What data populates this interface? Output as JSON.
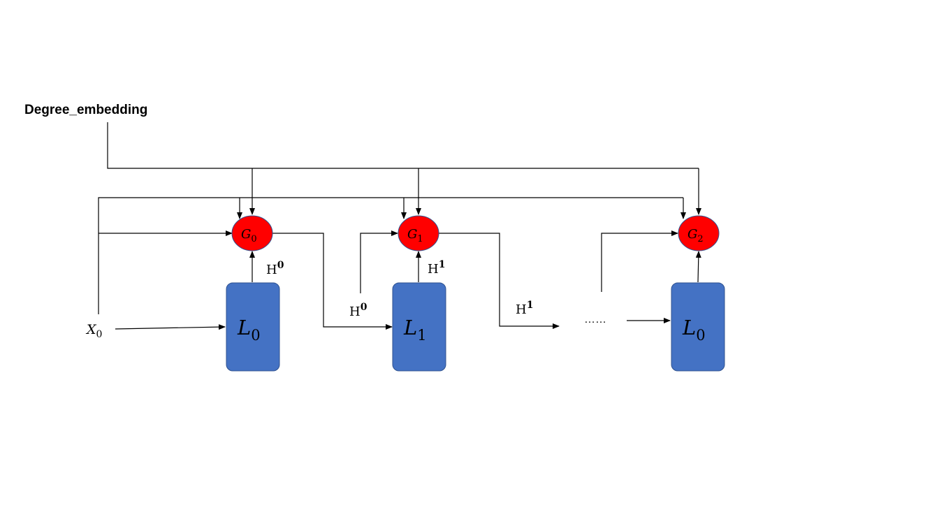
{
  "diagram": {
    "title": "Degree_embedding",
    "input": {
      "base": "X",
      "sub": "0"
    },
    "layers": [
      {
        "base": "L",
        "sub": "0"
      },
      {
        "base": "L",
        "sub": "1"
      },
      {
        "base": "L",
        "sub": "0"
      }
    ],
    "gates": [
      {
        "base": "G",
        "sub": "0"
      },
      {
        "base": "G",
        "sub": "1"
      },
      {
        "base": "G",
        "sub": "2"
      }
    ],
    "hidden_labels": [
      {
        "base": "H",
        "sup": "0"
      },
      {
        "base": "H",
        "sup": "1"
      },
      {
        "base": "H",
        "sup": "0"
      },
      {
        "base": "H",
        "sup": "1"
      }
    ],
    "ellipsis": "……",
    "colors": {
      "layer_fill": "#4472c4",
      "gate_fill": "#ff0000",
      "outline": "#2f528f"
    }
  }
}
